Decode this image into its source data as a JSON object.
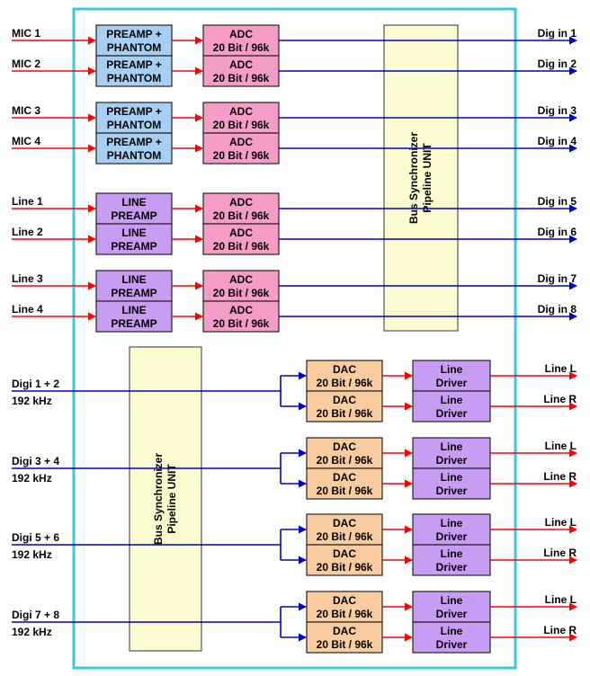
{
  "colors": {
    "frame": "#33ccdd",
    "preamp_phantom": "#a7cff3",
    "line_preamp": "#c79cf3",
    "adc": "#f59cc7",
    "dac": "#f8cc9e",
    "line_driver": "#c79cf3",
    "sync_unit": "#fcfcd0",
    "analog_wire": "#ff0000",
    "digital_wire": "#0000cc"
  },
  "inputs": [
    {
      "label": "MIC 1",
      "preamp": [
        "PREAMP +",
        "PHANTOM"
      ],
      "adc": [
        "ADC",
        "20 Bit / 96k"
      ],
      "output": "Dig in 1",
      "type": "mic"
    },
    {
      "label": "MIC 2",
      "preamp": [
        "PREAMP +",
        "PHANTOM"
      ],
      "adc": [
        "ADC",
        "20 Bit / 96k"
      ],
      "output": "Dig in 2",
      "type": "mic"
    },
    {
      "label": "MIC 3",
      "preamp": [
        "PREAMP +",
        "PHANTOM"
      ],
      "adc": [
        "ADC",
        "20 Bit / 96k"
      ],
      "output": "Dig in 3",
      "type": "mic"
    },
    {
      "label": "MIC 4",
      "preamp": [
        "PREAMP +",
        "PHANTOM"
      ],
      "adc": [
        "ADC",
        "20 Bit / 96k"
      ],
      "output": "Dig in 4",
      "type": "mic"
    },
    {
      "label": "Line 1",
      "preamp": [
        "LINE",
        "PREAMP"
      ],
      "adc": [
        "ADC",
        "20 Bit / 96k"
      ],
      "output": "Dig in 5",
      "type": "line"
    },
    {
      "label": "Line 2",
      "preamp": [
        "LINE",
        "PREAMP"
      ],
      "adc": [
        "ADC",
        "20 Bit / 96k"
      ],
      "output": "Dig in 6",
      "type": "line"
    },
    {
      "label": "Line 3",
      "preamp": [
        "LINE",
        "PREAMP"
      ],
      "adc": [
        "ADC",
        "20 Bit / 96k"
      ],
      "output": "Dig in 7",
      "type": "line"
    },
    {
      "label": "Line 4",
      "preamp": [
        "LINE",
        "PREAMP"
      ],
      "adc": [
        "ADC",
        "20 Bit / 96k"
      ],
      "output": "Dig in 8",
      "type": "line"
    }
  ],
  "sync_top": [
    "Bus Synchronizer",
    "Pipeline UNIT"
  ],
  "sync_bottom": [
    "Bus Synchronizer",
    "Pipeline UNIT"
  ],
  "outputs": [
    {
      "input": [
        "Digi 1 + 2",
        "192 kHz"
      ],
      "channels": [
        {
          "dac": [
            "DAC",
            "20 Bit / 96k"
          ],
          "driver": [
            "Line",
            "Driver"
          ],
          "label": "Line L"
        },
        {
          "dac": [
            "DAC",
            "20 Bit / 96k"
          ],
          "driver": [
            "Line",
            "Driver"
          ],
          "label": "Line R"
        }
      ]
    },
    {
      "input": [
        "Digi 3 + 4",
        "192 kHz"
      ],
      "channels": [
        {
          "dac": [
            "DAC",
            "20 Bit / 96k"
          ],
          "driver": [
            "Line",
            "Driver"
          ],
          "label": "Line L"
        },
        {
          "dac": [
            "DAC",
            "20 Bit / 96k"
          ],
          "driver": [
            "Line",
            "Driver"
          ],
          "label": "Line R"
        }
      ]
    },
    {
      "input": [
        "Digi 5 + 6",
        "192 kHz"
      ],
      "channels": [
        {
          "dac": [
            "DAC",
            "20 Bit / 96k"
          ],
          "driver": [
            "Line",
            "Driver"
          ],
          "label": "Line L"
        },
        {
          "dac": [
            "DAC",
            "20 Bit / 96k"
          ],
          "driver": [
            "Line",
            "Driver"
          ],
          "label": "Line R"
        }
      ]
    },
    {
      "input": [
        "Digi 7 + 8",
        "192 kHz"
      ],
      "channels": [
        {
          "dac": [
            "DAC",
            "20 Bit / 96k"
          ],
          "driver": [
            "Line",
            "Driver"
          ],
          "label": "Line L"
        },
        {
          "dac": [
            "DAC",
            "20 Bit / 96k"
          ],
          "driver": [
            "Line",
            "Driver"
          ],
          "label": "Line R"
        }
      ]
    }
  ]
}
